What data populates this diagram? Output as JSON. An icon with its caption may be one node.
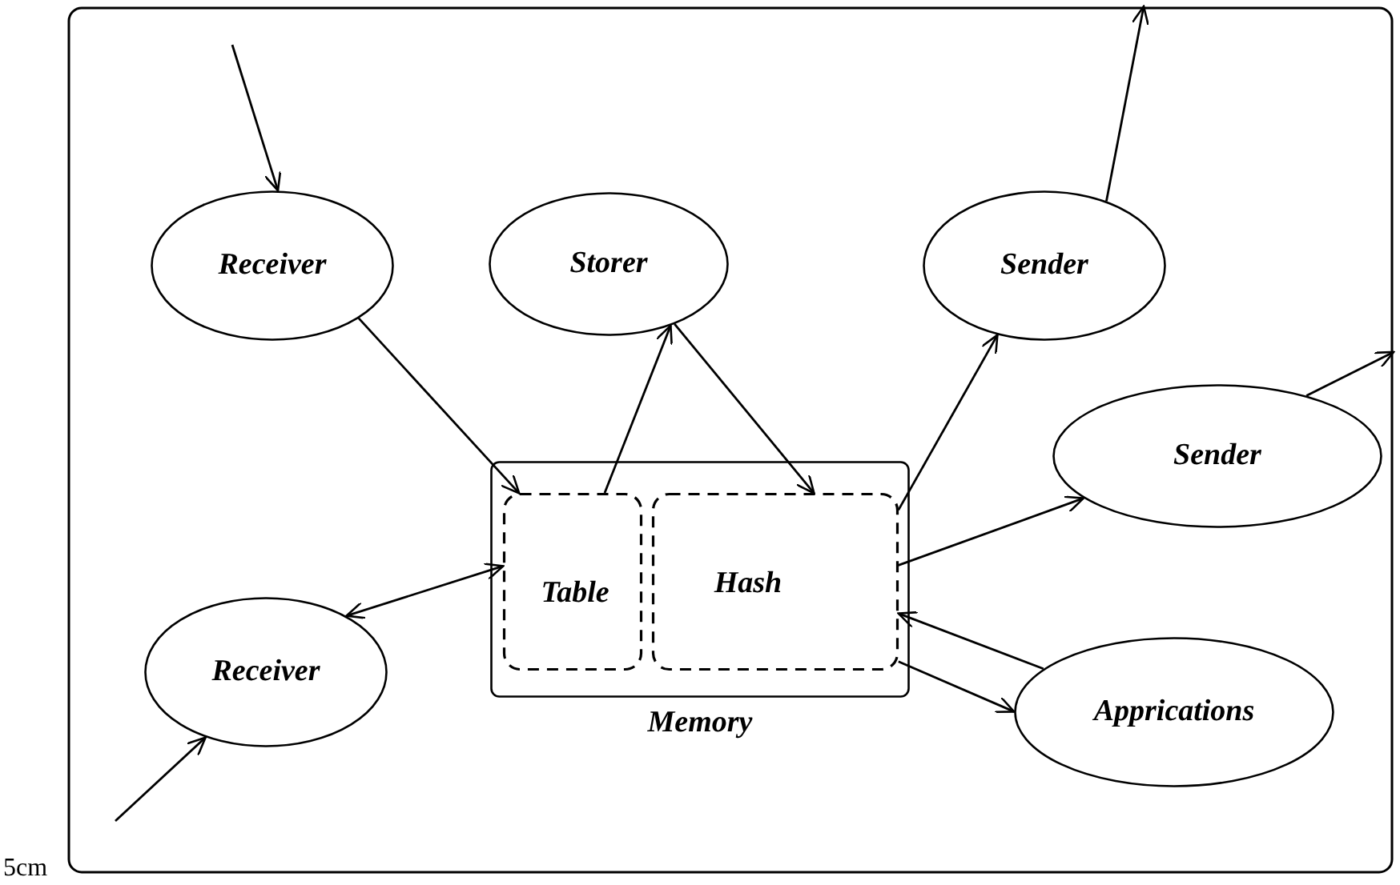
{
  "diagram": {
    "nodes": [
      {
        "text": [
          "Receiver"
        ]
      },
      {
        "text": [
          "Storer"
        ]
      },
      {
        "text": [
          "Sender"
        ]
      },
      {
        "text": [
          "Sender"
        ]
      },
      {
        "text": [
          "Memory"
        ]
      },
      {
        "text": [
          "Table"
        ],
        "in": 4
      },
      {
        "text": [
          "Hash"
        ],
        "in": 4
      },
      {
        "text": [
          "Receiver"
        ]
      },
      {
        "text": [
          "Apprications"
        ]
      }
    ],
    "edges": [
      {
        "from": null,
        "to": 0,
        "arrow": "to"
      },
      {
        "from": 0,
        "to": 5,
        "arrow": "to"
      },
      {
        "from": 5,
        "to": 1,
        "arrow": "to"
      },
      {
        "from": 1,
        "to": 6,
        "arrow": "to"
      },
      {
        "from": 6,
        "to": 2,
        "arrow": "to"
      },
      {
        "from": 2,
        "to": null,
        "arrow": "to"
      },
      {
        "from": 6,
        "to": 3,
        "arrow": "to"
      },
      {
        "from": 3,
        "to": null,
        "arrow": "to"
      },
      {
        "from": 7,
        "to": 5,
        "arrow": "both"
      },
      {
        "from": 8,
        "to": 6,
        "arrow": "to"
      },
      {
        "from": 6,
        "to": 8,
        "arrow": "to"
      },
      {
        "from": null,
        "to": 7,
        "arrow": "to"
      }
    ],
    "labels": [
      "5cm"
    ]
  }
}
